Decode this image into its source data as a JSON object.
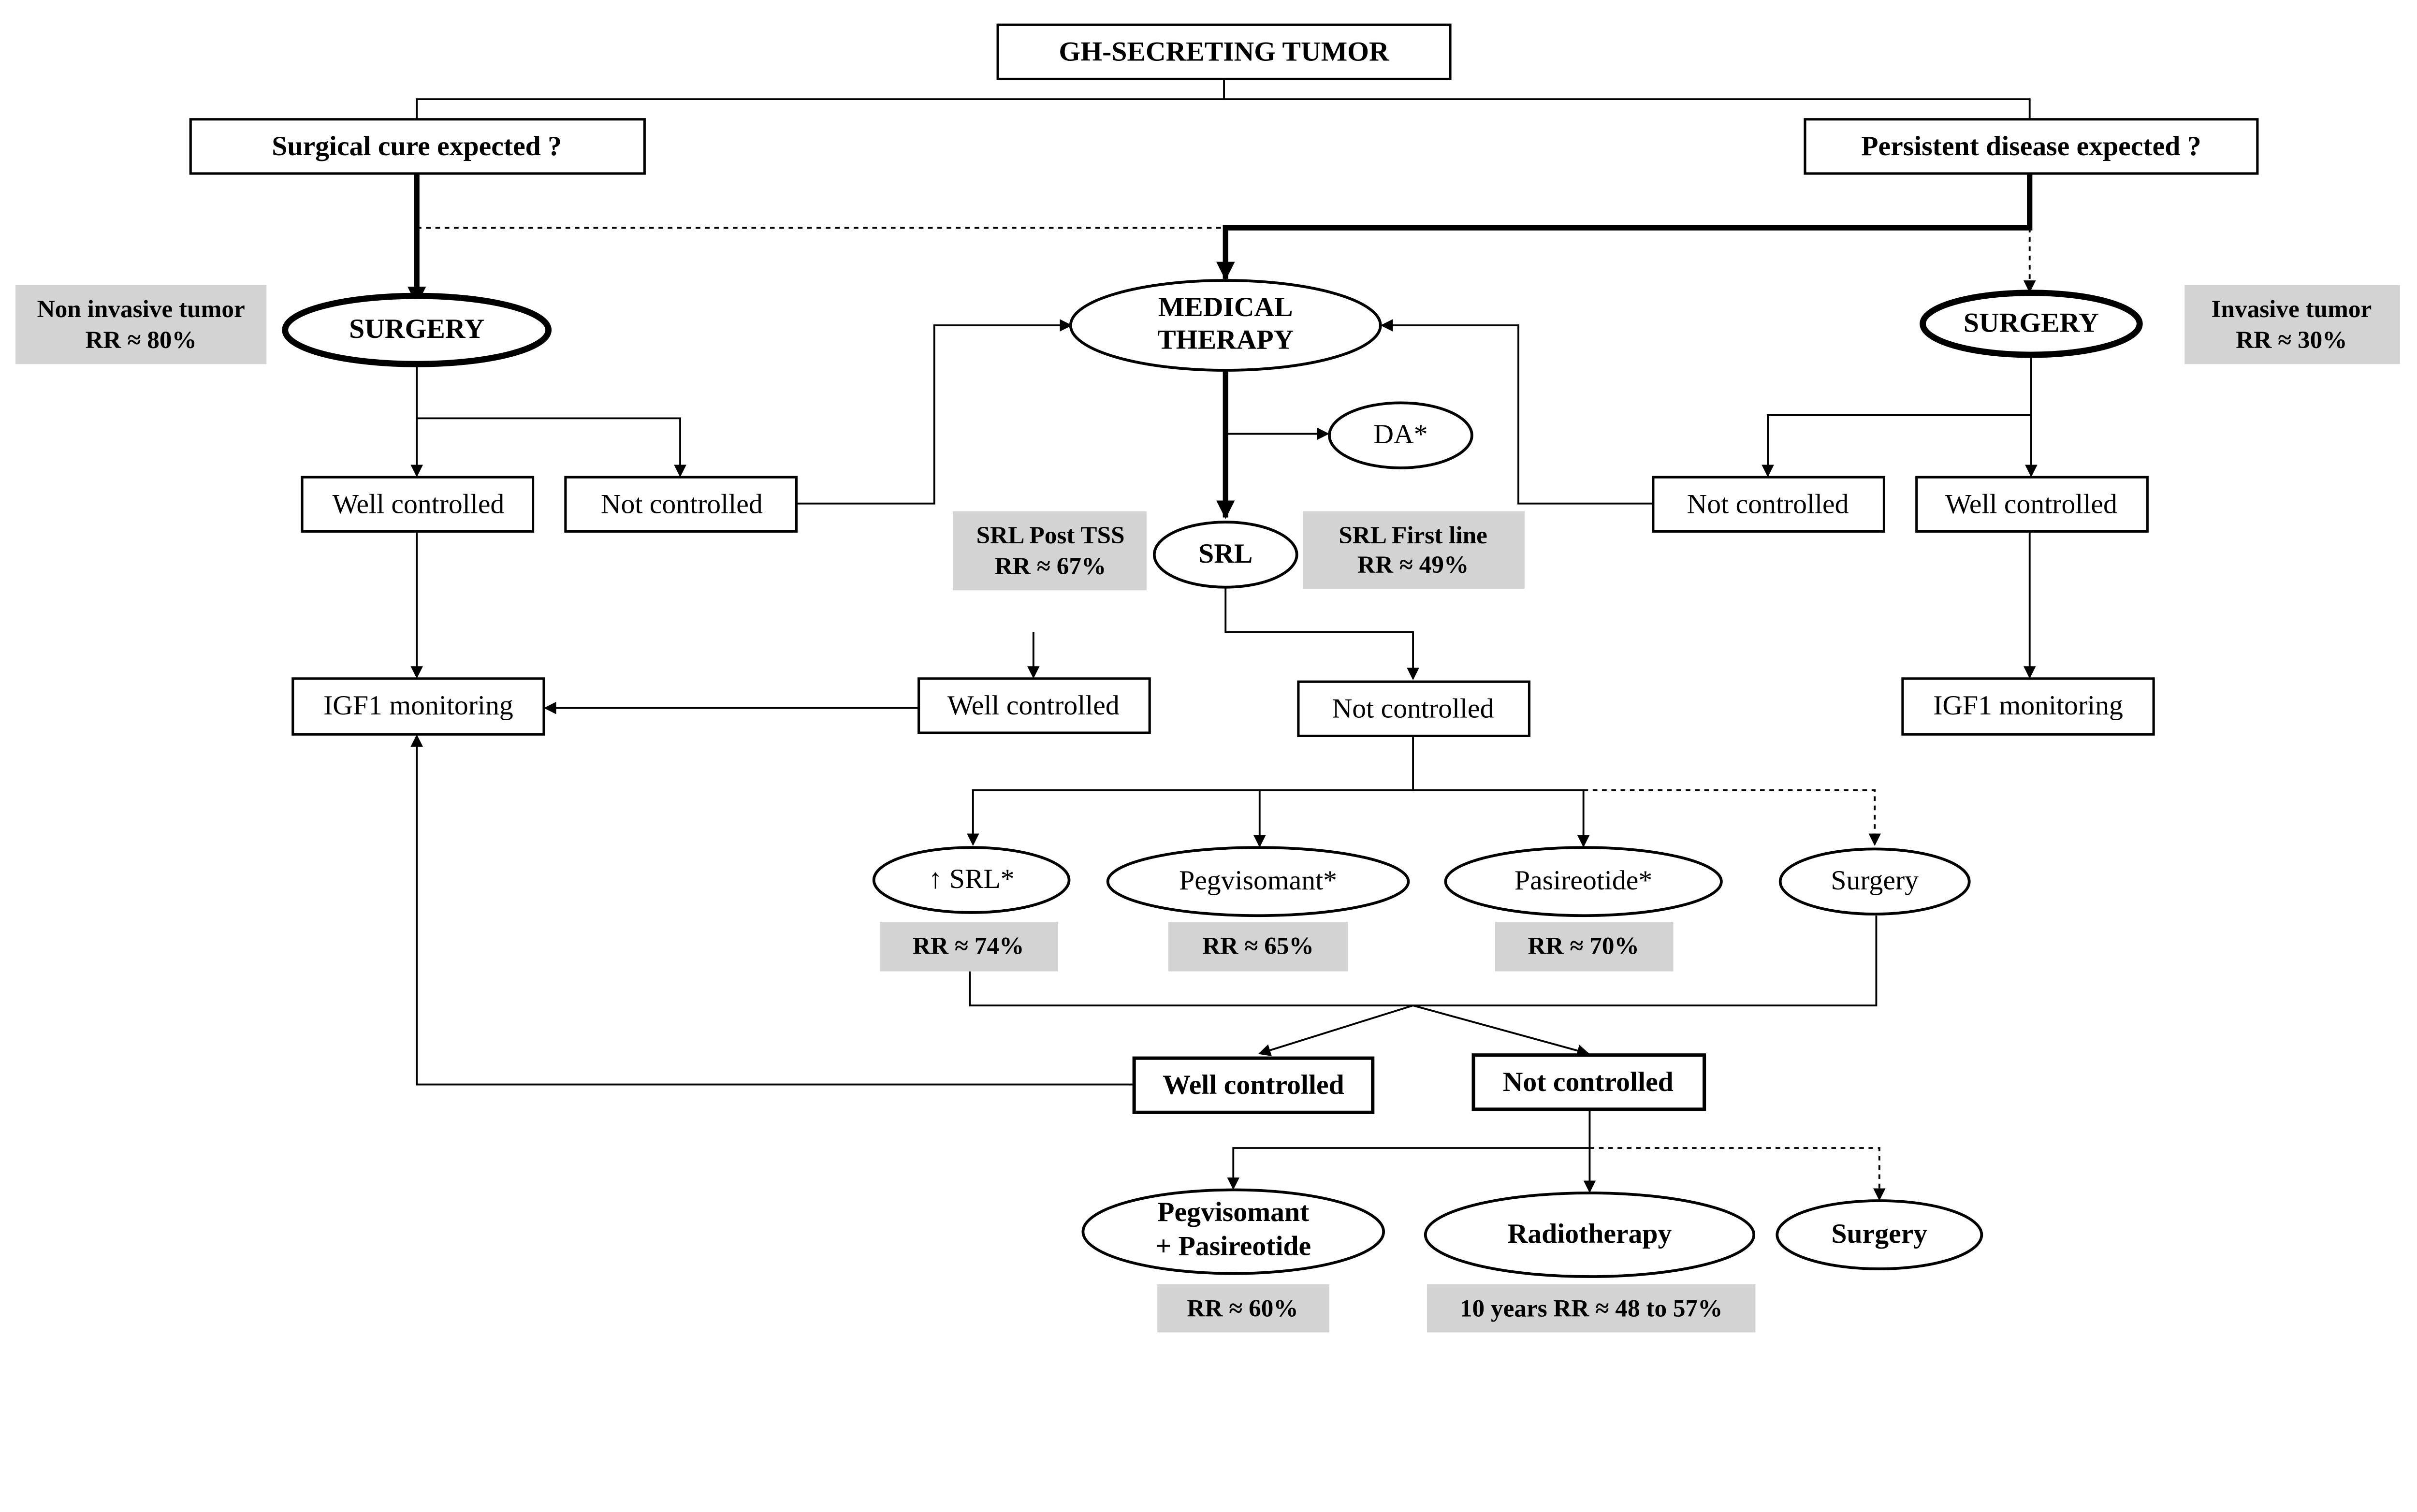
{
  "title": "GH-SECRETING TUMOR",
  "branches": {
    "left": "Surgical cure expected ?",
    "right": "Persistent disease expected ?"
  },
  "left_surgery": {
    "label": "SURGERY",
    "note_line1": "Non invasive tumor",
    "note_line2": "RR ≈ 80%",
    "well": "Well controlled",
    "not": "Not controlled",
    "monitor": "IGF1 monitoring"
  },
  "right_surgery": {
    "label": "SURGERY",
    "note_line1": "Invasive tumor",
    "note_line2": "RR ≈ 30%",
    "well": "Well controlled",
    "not": "Not controlled",
    "monitor": "IGF1 monitoring"
  },
  "medical": {
    "line1": "MEDICAL",
    "line2": "THERAPY",
    "da": "DA*",
    "srl": "SRL",
    "post_tss_line1": "SRL Post TSS",
    "post_tss_line2": "RR ≈ 67%",
    "first_line_line1": "SRL First line",
    "first_line_line2": "RR ≈ 49%",
    "well": "Well controlled",
    "not": "Not controlled"
  },
  "second_line": {
    "options": [
      {
        "label": "↑ SRL*",
        "rr": "RR ≈ 74%"
      },
      {
        "label": "Pegvisomant*",
        "rr": "RR ≈ 65%"
      },
      {
        "label": "Pasireotide*",
        "rr": "RR ≈ 70%"
      },
      {
        "label": "Surgery"
      }
    ],
    "well": "Well controlled",
    "not": "Not controlled"
  },
  "third_line": {
    "options": [
      {
        "line1": "Pegvisomant",
        "line2": "+ Pasireotide",
        "rr": "RR ≈ 60%"
      },
      {
        "label": "Radiotherapy",
        "rr": "10 years RR ≈ 48 to 57%"
      },
      {
        "label": "Surgery"
      }
    ]
  }
}
